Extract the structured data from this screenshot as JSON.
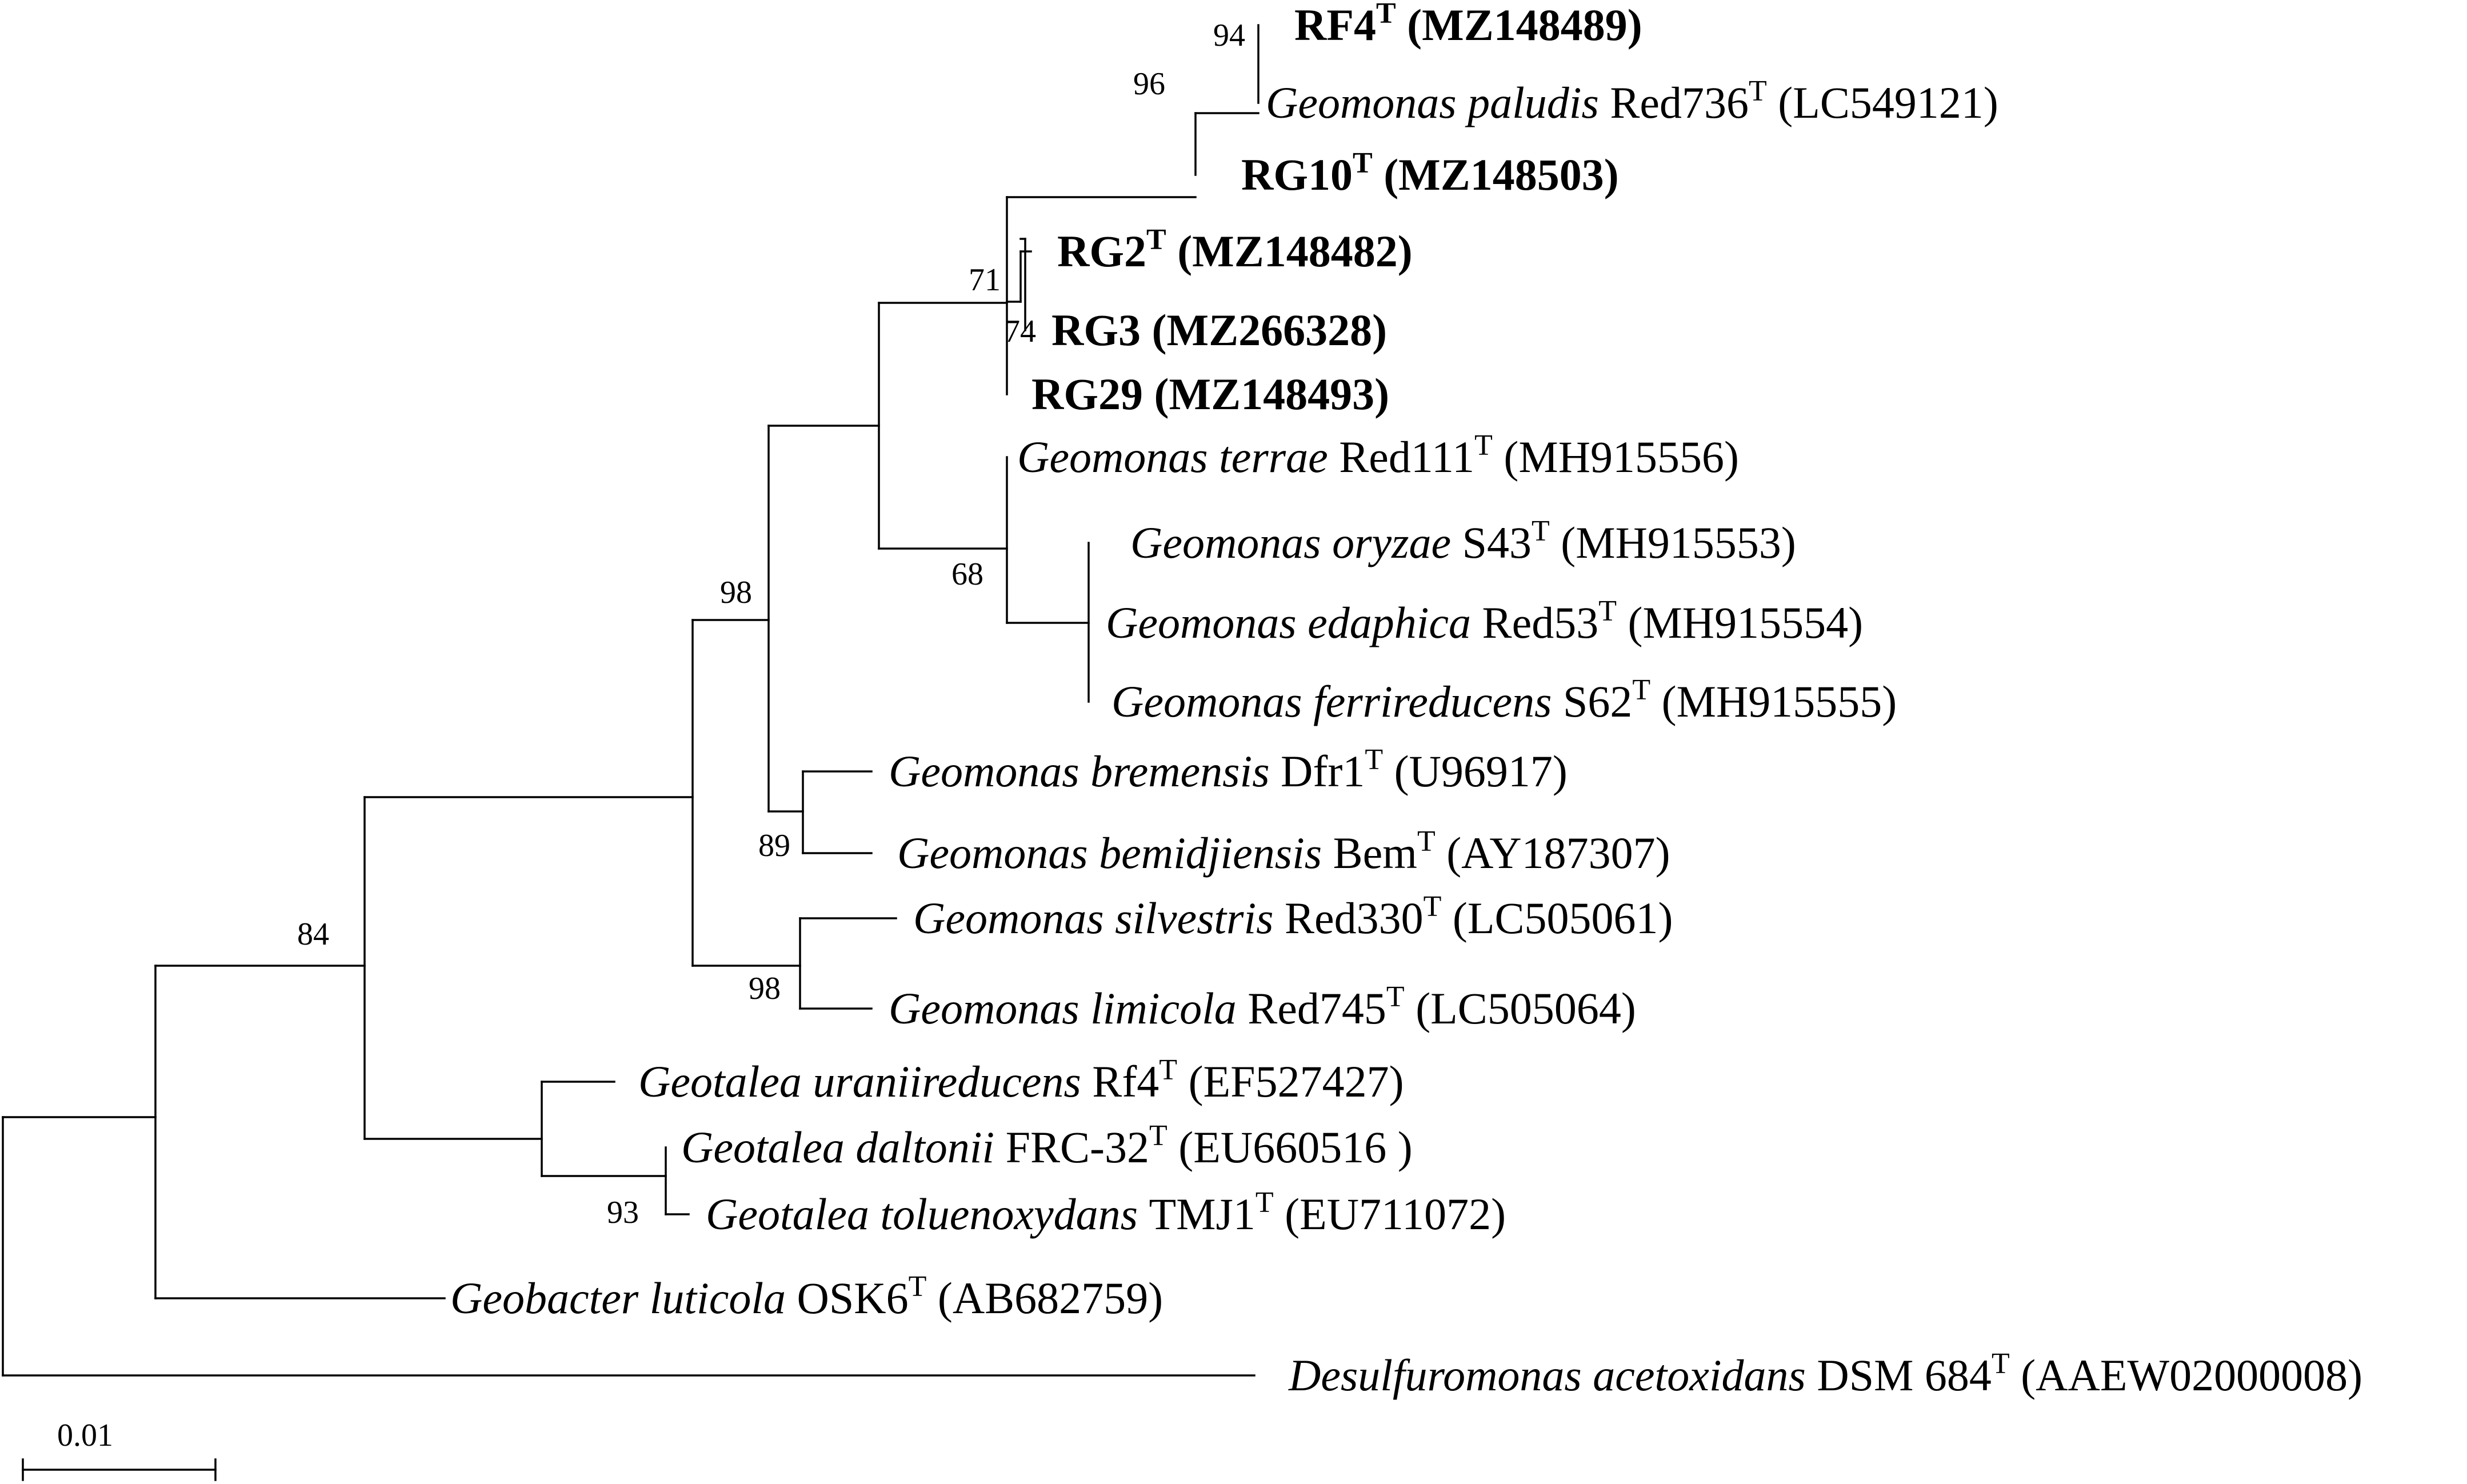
{
  "leaves": [
    {
      "id": "RF4",
      "species": "",
      "strain": "RF4",
      "type_strain": true,
      "accession": "(MZ148489)",
      "bold": true
    },
    {
      "id": "paludis",
      "species": "Geomonas paludis",
      "strain": "Red736",
      "type_strain": true,
      "accession": "(LC549121)",
      "bold": false
    },
    {
      "id": "RG10",
      "species": "",
      "strain": "RG10",
      "type_strain": true,
      "accession": "(MZ148503)",
      "bold": true
    },
    {
      "id": "RG2",
      "species": "",
      "strain": "RG2",
      "type_strain": true,
      "accession": "(MZ148482)",
      "bold": true
    },
    {
      "id": "RG3",
      "species": "",
      "strain": "RG3",
      "type_strain": false,
      "accession": "(MZ266328)",
      "bold": true
    },
    {
      "id": "RG29",
      "species": "",
      "strain": "RG29",
      "type_strain": false,
      "accession": "(MZ148493)",
      "bold": true
    },
    {
      "id": "terrae",
      "species": "Geomonas terrae",
      "strain": "Red111",
      "type_strain": true,
      "accession": "(MH915556)",
      "bold": false
    },
    {
      "id": "oryzae",
      "species": "Geomonas oryzae",
      "strain": "S43",
      "type_strain": true,
      "accession": "(MH915553)",
      "bold": false
    },
    {
      "id": "edaphica",
      "species": "Geomonas edaphica",
      "strain": "Red53",
      "type_strain": true,
      "accession": "(MH915554)",
      "bold": false
    },
    {
      "id": "ferrireducens",
      "species": "Geomonas ferrireducens",
      "strain": "S62",
      "type_strain": true,
      "accession": "(MH915555)",
      "bold": false
    },
    {
      "id": "bremensis",
      "species": "Geomonas bremensis",
      "strain": "Dfr1",
      "type_strain": true,
      "accession": "(U96917)",
      "bold": false
    },
    {
      "id": "bemidjiensis",
      "species": "Geomonas bemidjiensis",
      "strain": "Bem",
      "type_strain": true,
      "accession": "(AY187307)",
      "bold": false
    },
    {
      "id": "silvestris",
      "species": "Geomonas silvestris",
      "strain": "Red330",
      "type_strain": true,
      "accession": "(LC505061)",
      "bold": false
    },
    {
      "id": "limicola",
      "species": "Geomonas limicola",
      "strain": "Red745",
      "type_strain": true,
      "accession": "(LC505064)",
      "bold": false
    },
    {
      "id": "uraniireducens",
      "species": "Geotalea uraniireducens",
      "strain": "Rf4",
      "type_strain": true,
      "accession": "(EF527427)",
      "bold": false
    },
    {
      "id": "daltonii",
      "species": "Geotalea daltonii",
      "strain": "FRC-32",
      "type_strain": true,
      "accession": "(EU660516 )",
      "bold": false
    },
    {
      "id": "toluenoxydans",
      "species": "Geotalea toluenoxydans",
      "strain": "TMJ1",
      "type_strain": true,
      "accession": "(EU711072)",
      "bold": false
    },
    {
      "id": "luticola",
      "species": "Geobacter luticola",
      "strain": "OSK6",
      "type_strain": true,
      "accession": "(AB682759)",
      "bold": false
    },
    {
      "id": "acetoxidans",
      "species": "Desulfuromonas acetoxidans",
      "strain": "DSM 684",
      "type_strain": true,
      "accession": "(AAEW02000008)",
      "bold": false
    }
  ],
  "type_marker": "T",
  "bootstrap": [
    {
      "id": "b94",
      "value": "94"
    },
    {
      "id": "b96",
      "value": "96"
    },
    {
      "id": "b71",
      "value": "71"
    },
    {
      "id": "b74",
      "value": "74"
    },
    {
      "id": "b68",
      "value": "68"
    },
    {
      "id": "b98a",
      "value": "98"
    },
    {
      "id": "b89",
      "value": "89"
    },
    {
      "id": "b98b",
      "value": "98"
    },
    {
      "id": "b84",
      "value": "84"
    },
    {
      "id": "b93",
      "value": "93"
    }
  ],
  "scale_bar": {
    "label": "0.01"
  }
}
